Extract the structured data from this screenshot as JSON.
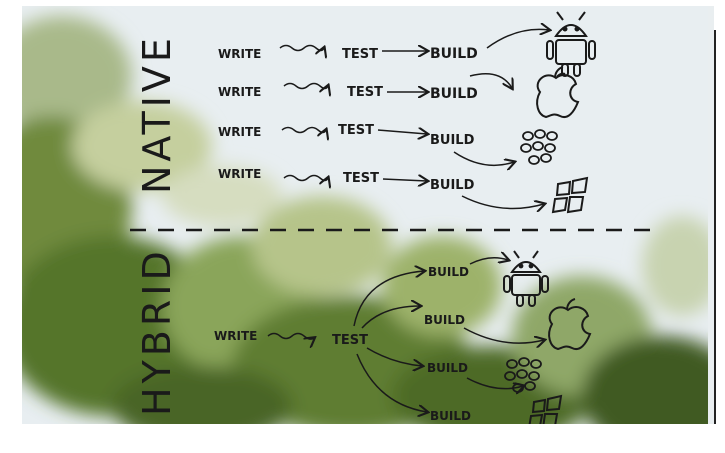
{
  "sections": {
    "native": "NATIVE",
    "hybrid": "HYBRID"
  },
  "native_rows": [
    {
      "write": "WRITE",
      "test": "TEST",
      "build": "BUILD",
      "platform": "android-icon"
    },
    {
      "write": "WRITE",
      "test": "TEST",
      "build": "BUILD",
      "platform": "apple-icon"
    },
    {
      "write": "WRITE",
      "test": "TEST",
      "build": "BUILD",
      "platform": "blackberry-icon"
    },
    {
      "write": "WRITE",
      "test": "TEST",
      "build": "BUILD",
      "platform": "windows-icon"
    }
  ],
  "hybrid": {
    "write": "WRITE",
    "test": "TEST",
    "builds": [
      "BUILD",
      "BUILD",
      "BUILD",
      "BUILD"
    ]
  },
  "colors": {
    "ink": "#1a1a1a",
    "sky": "#e7eef2",
    "foliage_light": "#b9c98a",
    "foliage_mid": "#7f9a4e",
    "foliage_dark": "#3f5a24"
  }
}
